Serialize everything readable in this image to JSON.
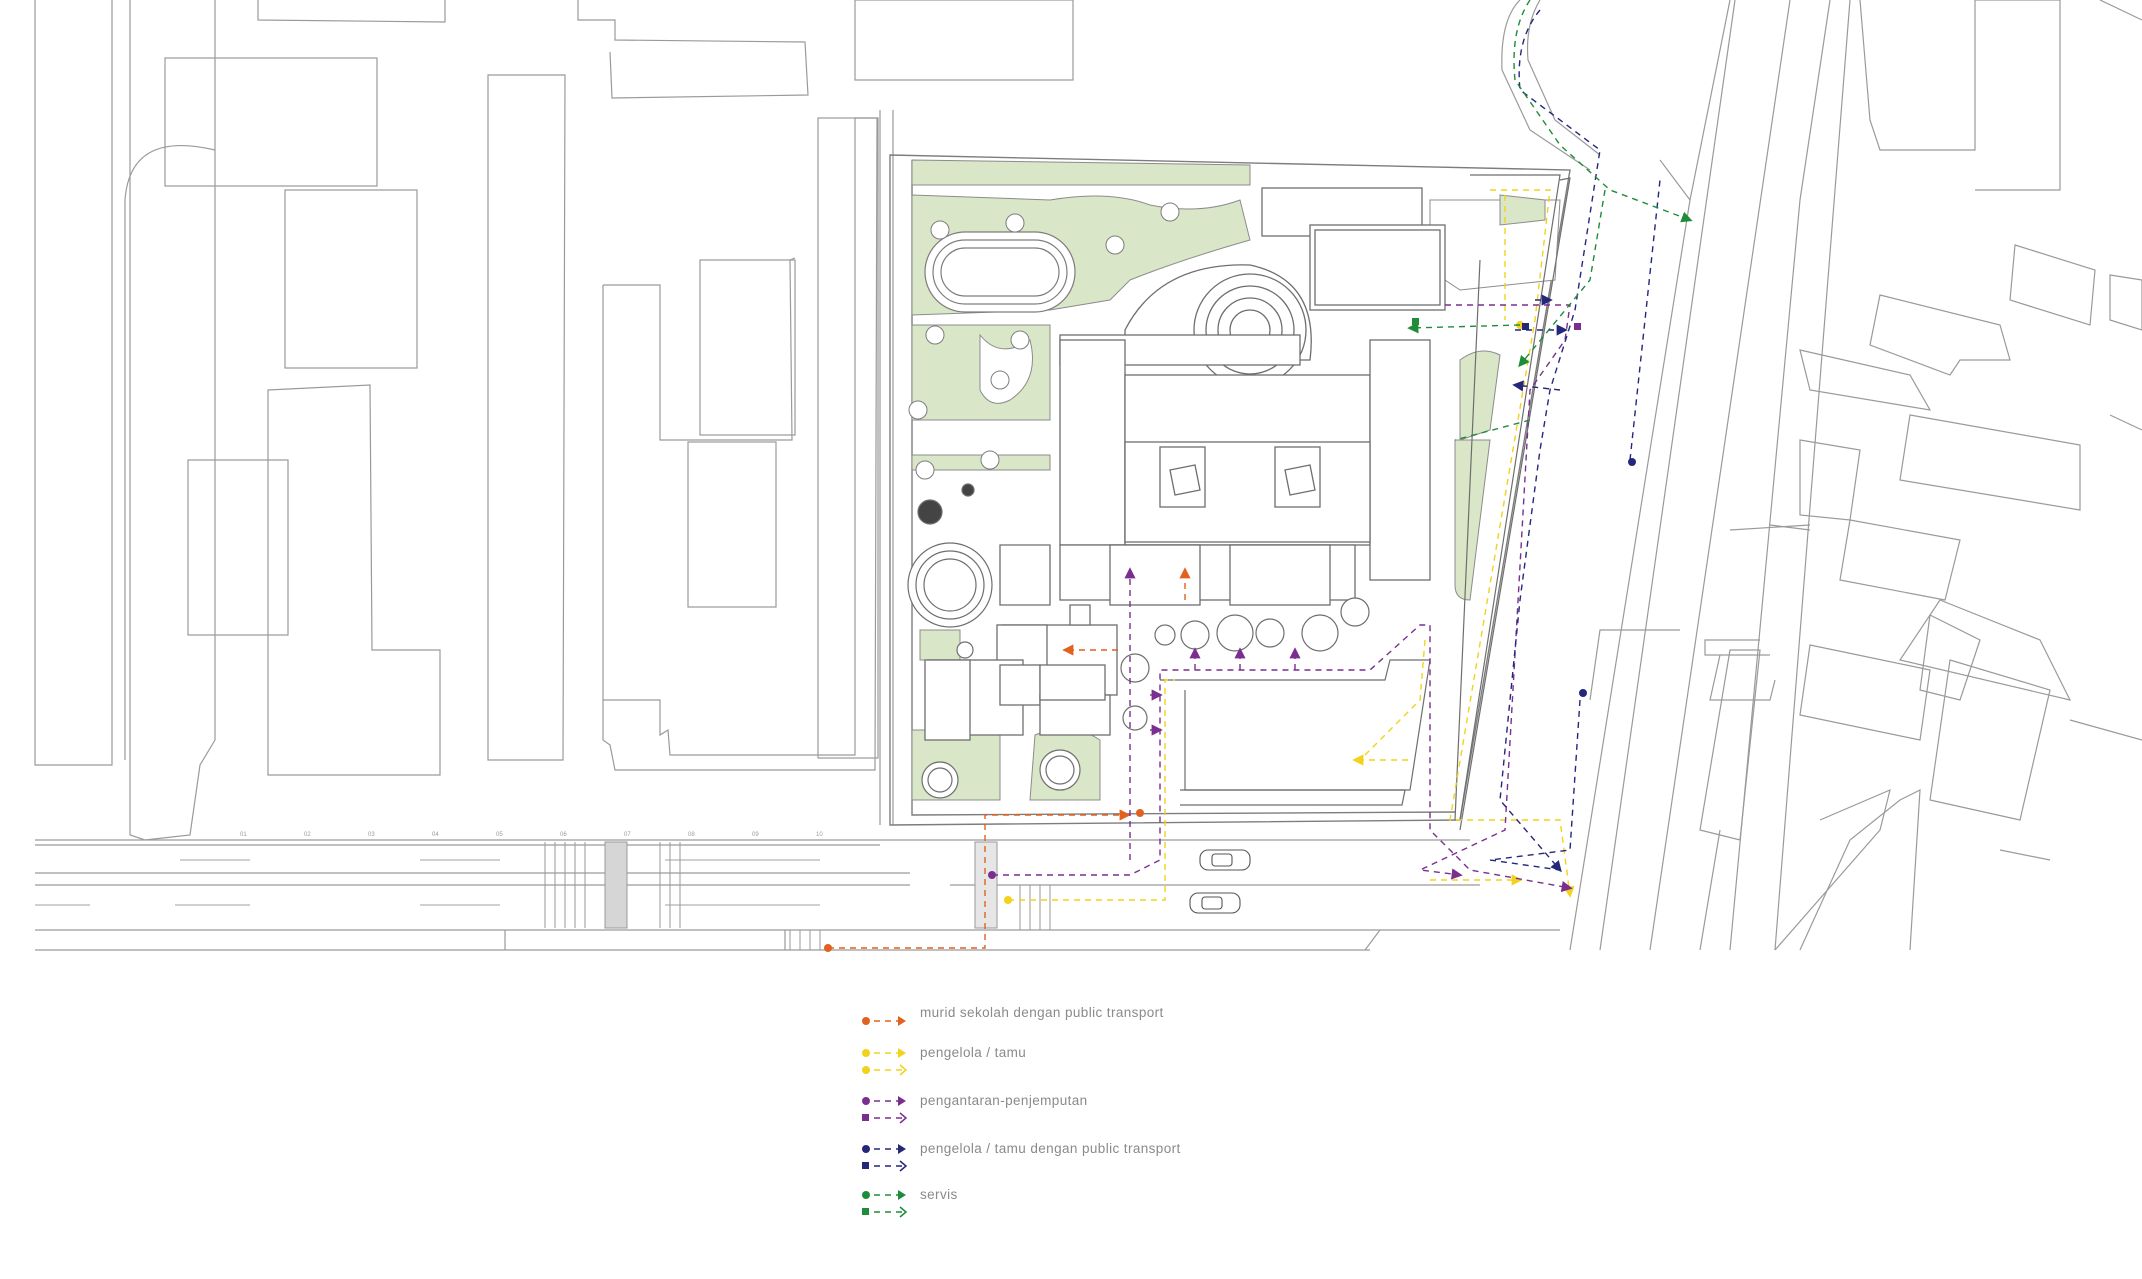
{
  "map": {
    "colors": {
      "line": "#8c8c8c",
      "line_light": "#b5b5b5",
      "green": "#d9e6c7",
      "green_dark": "#c9dbb3",
      "murid": "#e2611f",
      "pengelola": "#f2d21b",
      "pengantaran": "#7a2f8f",
      "public_transport": "#25277a",
      "servis": "#1f8c3a"
    },
    "street_labels": [
      "01",
      "02",
      "03",
      "04",
      "05",
      "06",
      "07",
      "08",
      "09",
      "10"
    ],
    "icons": [
      "car-icon",
      "tree-icon",
      "compass-icon"
    ]
  },
  "legend": {
    "items": [
      {
        "label": "murid sekolah dengan public transport",
        "color": "#e2611f",
        "start_markers": [
          "circle"
        ],
        "arrow_style": [
          "filled"
        ]
      },
      {
        "label": "pengelola / tamu",
        "color": "#f2d21b",
        "start_markers": [
          "circle",
          "circle"
        ],
        "arrow_style": [
          "filled",
          "open"
        ]
      },
      {
        "label": "pengantaran-penjemputan",
        "color": "#7a2f8f",
        "start_markers": [
          "circle",
          "square"
        ],
        "arrow_style": [
          "filled",
          "open"
        ]
      },
      {
        "label": "pengelola / tamu dengan public transport",
        "color": "#25277a",
        "start_markers": [
          "circle",
          "square"
        ],
        "arrow_style": [
          "filled",
          "open"
        ]
      },
      {
        "label": "servis",
        "color": "#1f8c3a",
        "start_markers": [
          "circle",
          "square"
        ],
        "arrow_style": [
          "filled",
          "open"
        ]
      }
    ]
  }
}
